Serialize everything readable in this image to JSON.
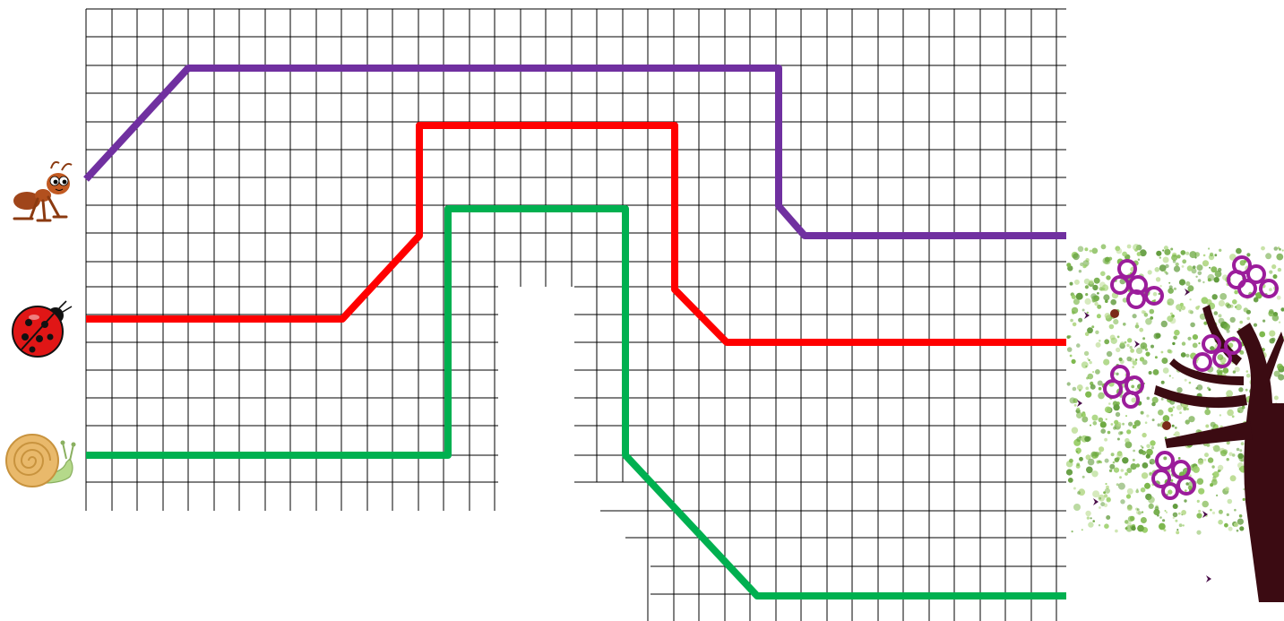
{
  "colors": {
    "grid": "#000000",
    "ant_path": "#7030a0",
    "ladybug_path": "#ff0000",
    "snail_path": "#00b050",
    "background": "#ffffff"
  },
  "characters": [
    {
      "name": "ant",
      "icon": "ant-icon"
    },
    {
      "name": "ladybug",
      "icon": "ladybug-icon"
    },
    {
      "name": "snail",
      "icon": "snail-icon"
    }
  ],
  "destination": {
    "icon": "blossom-tree-icon"
  },
  "paths": [
    {
      "name": "ant",
      "color": "#7030a0"
    },
    {
      "name": "ladybug",
      "color": "#ff0000"
    },
    {
      "name": "snail",
      "color": "#00b050"
    }
  ]
}
